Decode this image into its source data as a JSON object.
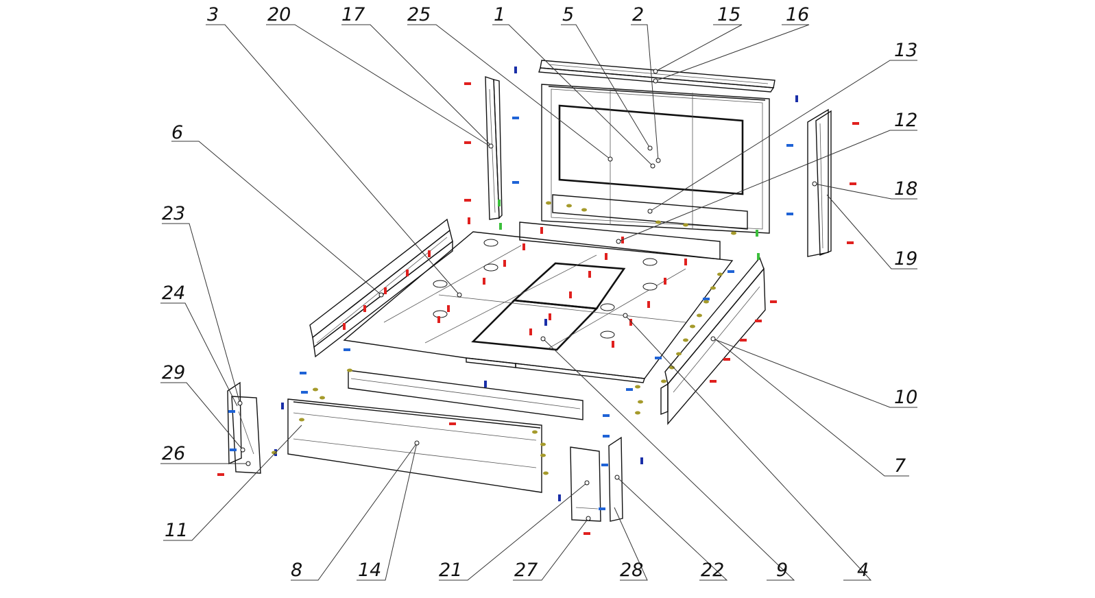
{
  "labels": {
    "p3": "3",
    "p20": "20",
    "p17": "17",
    "p25": "25",
    "p1": "1",
    "p5": "5",
    "p2": "2",
    "p15": "15",
    "p16": "16",
    "p13": "13",
    "p6": "6",
    "p12": "12",
    "p18": "18",
    "p23": "23",
    "p19": "19",
    "p24": "24",
    "p29": "29",
    "p26": "26",
    "p10": "10",
    "p7": "7",
    "p11": "11",
    "p8": "8",
    "p14": "14",
    "p21": "21",
    "p27": "27",
    "p28": "28",
    "p22": "22",
    "p9": "9",
    "p4": "4"
  },
  "colors": {
    "fastener_red": "#e0201e",
    "fastener_blue": "#1f63d6",
    "fastener_navy": "#1a2fa8",
    "fastener_olive": "#a59a2b",
    "fastener_green": "#3cbf3c",
    "outline": "#111111"
  }
}
